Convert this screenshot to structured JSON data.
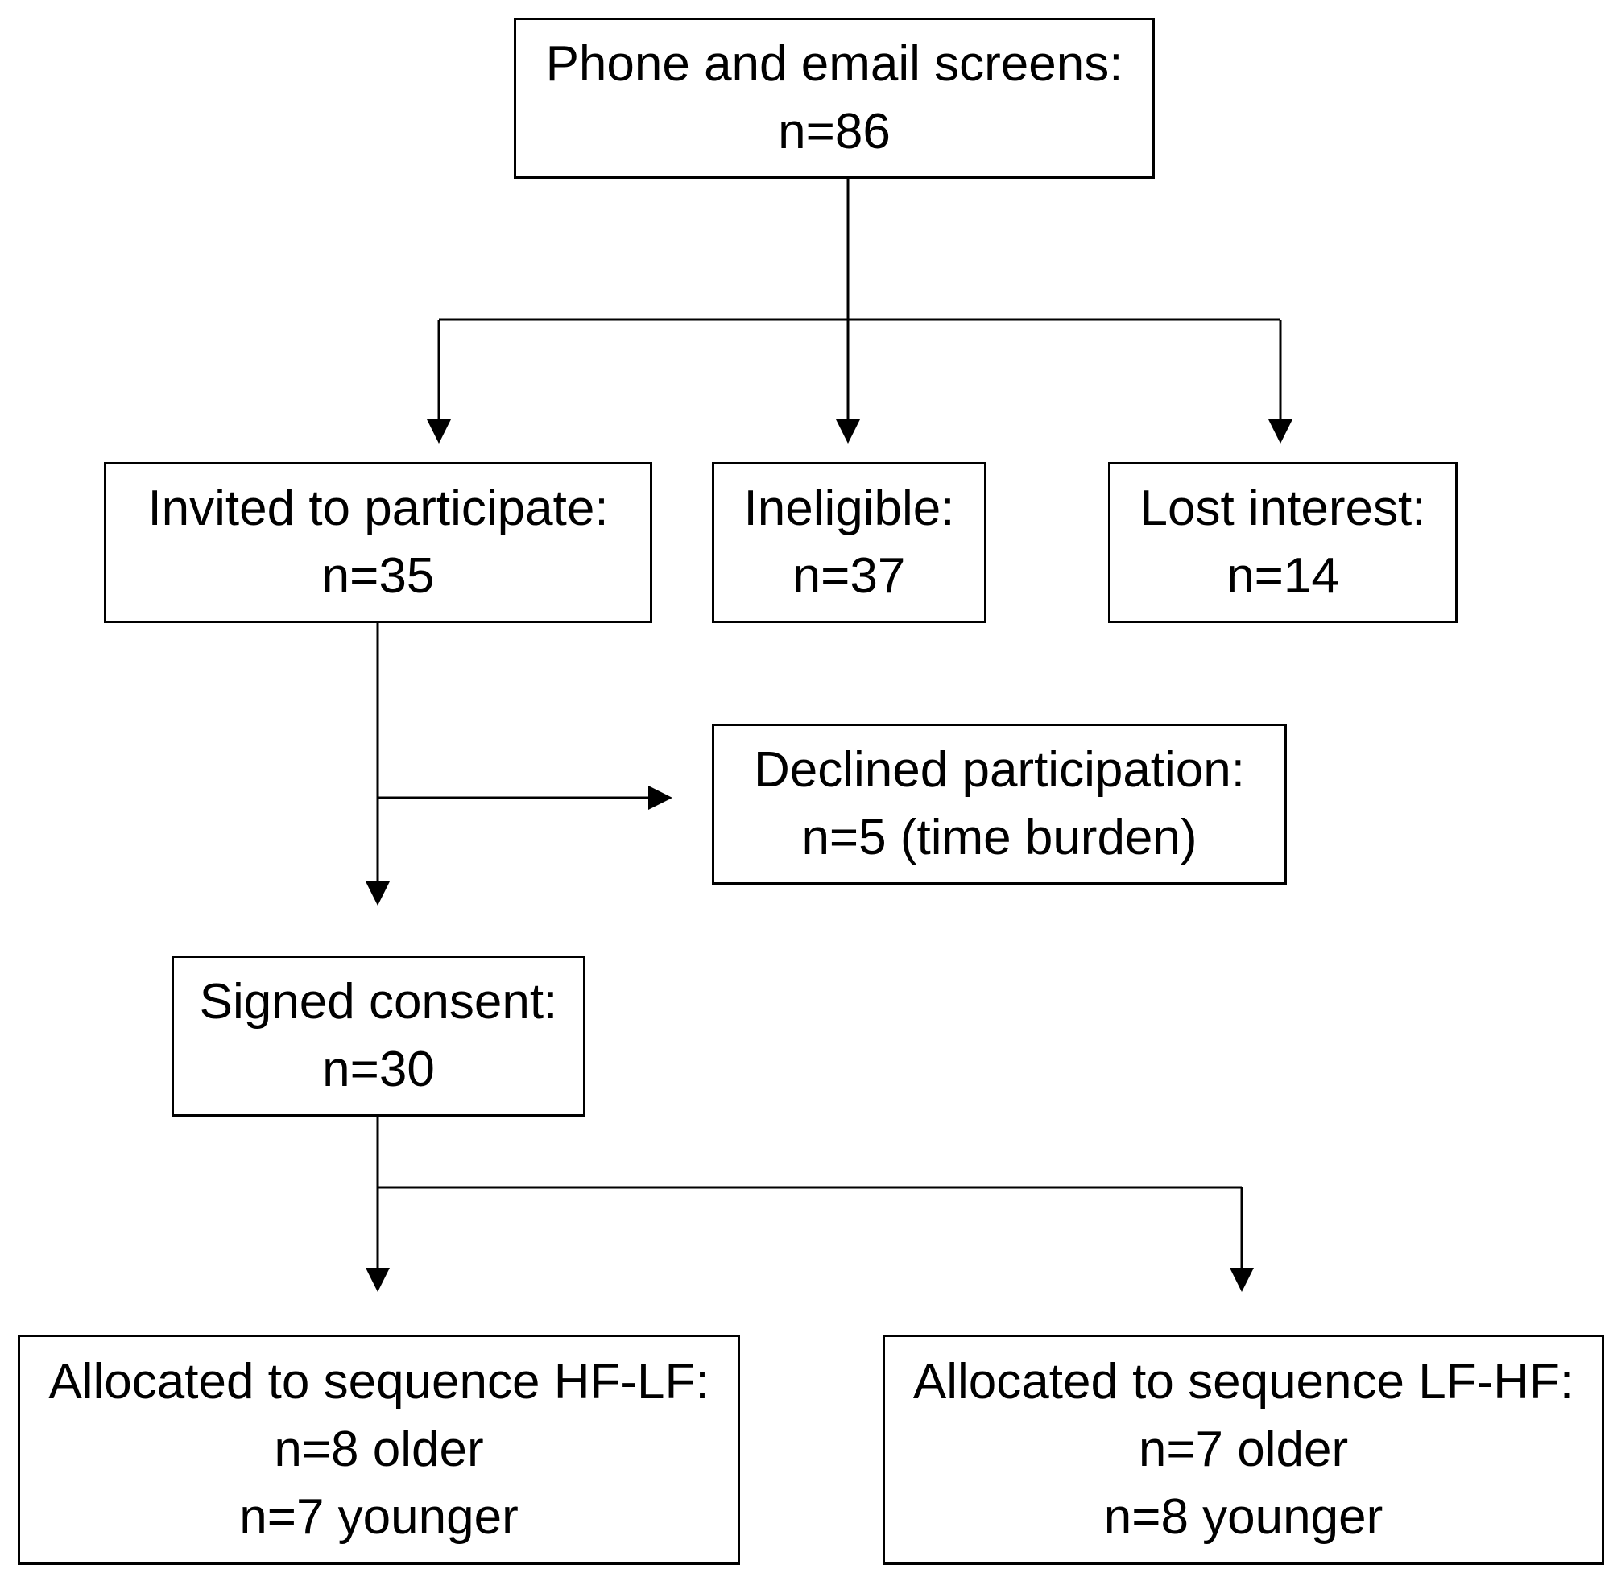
{
  "nodes": {
    "screens": {
      "title": "Phone and email screens:",
      "count": "n=86"
    },
    "invited": {
      "title": "Invited to participate:",
      "count": "n=35"
    },
    "ineligible": {
      "title": "Ineligible:",
      "count": "n=37"
    },
    "lost": {
      "title": "Lost interest:",
      "count": "n=14"
    },
    "declined": {
      "title": "Declined participation:",
      "count": "n=5 (time burden)"
    },
    "consent": {
      "title": "Signed consent:",
      "count": "n=30"
    },
    "hflf": {
      "title": "Allocated to sequence HF-LF:",
      "older": "n=8 older",
      "younger": "n=7 younger"
    },
    "lfhf": {
      "title": "Allocated to sequence LF-HF:",
      "older": "n=7 older",
      "younger": "n=8 younger"
    }
  },
  "edges": [
    {
      "from": "screens",
      "to": "invited"
    },
    {
      "from": "screens",
      "to": "ineligible"
    },
    {
      "from": "screens",
      "to": "lost"
    },
    {
      "from": "invited",
      "to": "declined"
    },
    {
      "from": "invited",
      "to": "consent"
    },
    {
      "from": "consent",
      "to": "hflf"
    },
    {
      "from": "consent",
      "to": "lfhf"
    }
  ]
}
